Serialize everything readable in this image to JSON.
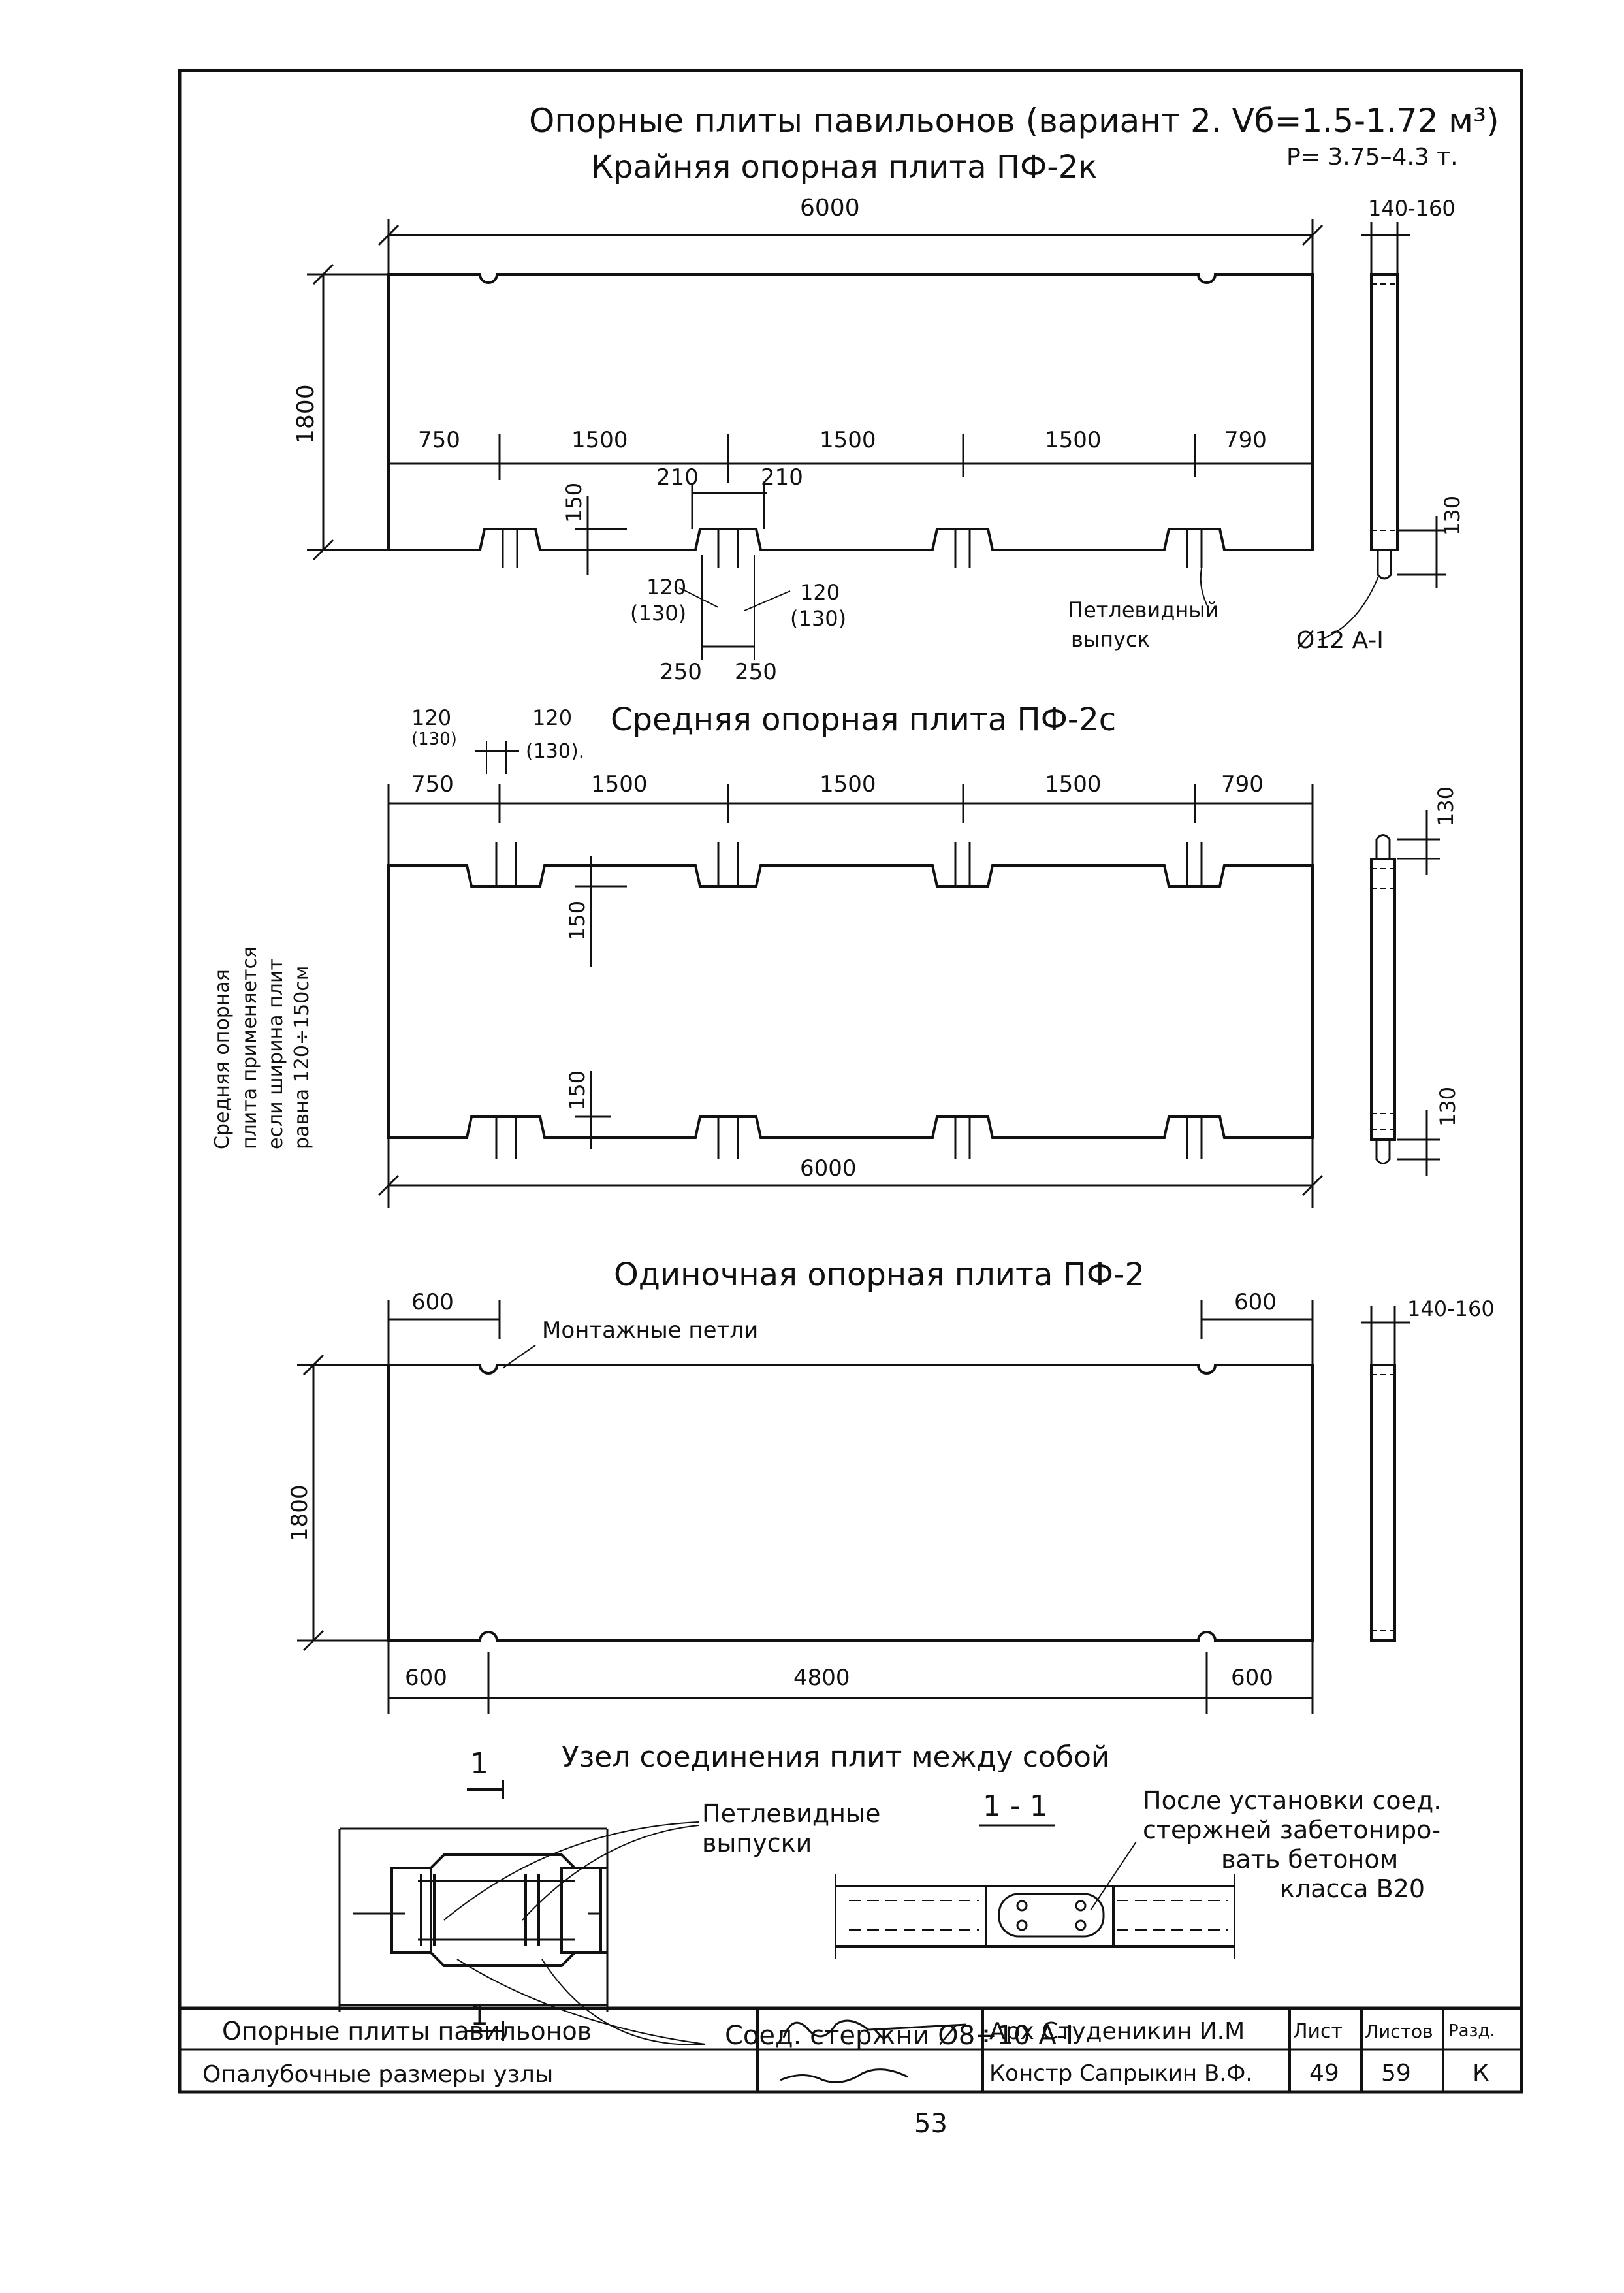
{
  "header": {
    "title": "Опорные плиты павильонов (вариант 2. Vб=1.5-1.72 м³)",
    "subtitle": "Крайняя опорная плита ПФ-2к",
    "weight": "P= 3.75–4.3 т."
  },
  "plate_pf2k": {
    "dim_length": "6000",
    "dim_height": "1800",
    "dim_thickness": "140-160",
    "spans": [
      "750",
      "1500",
      "1500",
      "1500",
      "790"
    ],
    "dim_150": "150",
    "dim_210_left": "210",
    "dim_210_right": "210",
    "dim_120_left": "120",
    "dim_120_left_alt": "(130)",
    "dim_120_right": "120",
    "dim_120_right_alt": "(130)",
    "dim_250_left": "250",
    "dim_250_right": "250",
    "dim_130": "130",
    "loop_note_1": "Петлевидный",
    "loop_note_2": "выпуск",
    "rebar_note": "Ø12 А-I"
  },
  "plate_pf2c": {
    "title": "Средняя опорная плита ПФ-2с",
    "dim_120_a": "120",
    "dim_130_a": "(130)",
    "dim_120_b": "120",
    "dim_130_b": "(130).",
    "spans": [
      "750",
      "1500",
      "1500",
      "1500",
      "790"
    ],
    "dim_150_top": "150",
    "dim_150_bottom": "150",
    "dim_length": "6000",
    "dim_130_top": "130",
    "dim_130_bottom": "130",
    "side_note": [
      "Средняя опорная",
      "плита применяется",
      "если ширина плит",
      "равна 120÷150см"
    ]
  },
  "plate_pf2": {
    "title": "Одиночная опорная плита ПФ-2",
    "dim_600_top_left": "600",
    "dim_600_top_right": "600",
    "mount_loops": "Монтажные петли",
    "dim_height": "1800",
    "dim_thickness": "140-160",
    "dim_600_bottom_left": "600",
    "dim_4800": "4800",
    "dim_600_bottom_right": "600"
  },
  "node": {
    "title": "Узел соединения плит между собой",
    "section_mark": "1",
    "section_title": "1 - 1",
    "loops_label_1": "Петлевидные",
    "loops_label_2": "выпуски",
    "note_1": "После установки соед.",
    "note_2": "стержней забетониро-",
    "note_3": "вать бетоном",
    "note_4": "класса В20",
    "rods_label": "Соед. стержни Ø8÷10 А-I"
  },
  "title_block": {
    "row1_name": "Опорные плиты павильонов",
    "row2_name": "Опалубочные размеры узлы",
    "role1": "Арх Студеникин И.М",
    "role2": "Констр Сапрыкин В.Ф.",
    "col_sheet": "Лист",
    "col_sheets": "Листов",
    "col_stage": "Разд.",
    "sheet_no": "49",
    "sheets_total": "59",
    "stage": "К"
  },
  "page_number": "53"
}
